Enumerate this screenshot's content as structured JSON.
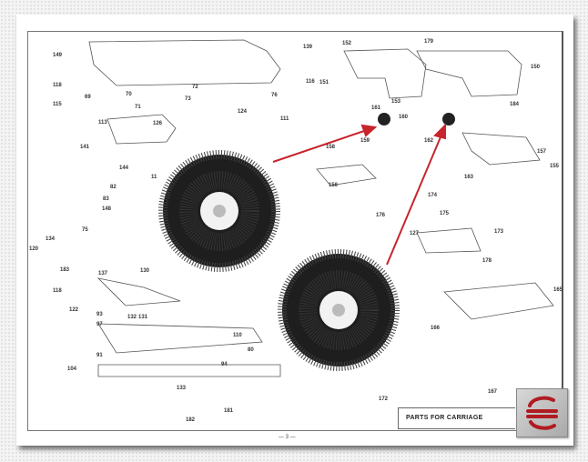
{
  "title": "PARTS FOR CARRIAGE",
  "page_number": "— 3 —",
  "logo_text": "S",
  "parts": [
    "149",
    "139",
    "118",
    "69",
    "70",
    "72",
    "73",
    "76",
    "116",
    "115",
    "71",
    "124",
    "113",
    "126",
    "111",
    "141",
    "144",
    "11",
    "82",
    "83",
    "148",
    "75",
    "134",
    "120",
    "183",
    "137",
    "118",
    "130",
    "122",
    "131",
    "93",
    "97",
    "91",
    "104",
    "133",
    "132",
    "181",
    "182",
    "152",
    "179",
    "151",
    "153",
    "161",
    "160",
    "184",
    "150",
    "159",
    "162",
    "158",
    "157",
    "156",
    "155",
    "163",
    "174",
    "176",
    "175",
    "127",
    "173",
    "178",
    "165",
    "166",
    "172",
    "167",
    "110",
    "80",
    "94"
  ],
  "colors": {
    "arrow": "#c8242c",
    "logo": "#b01c22"
  }
}
